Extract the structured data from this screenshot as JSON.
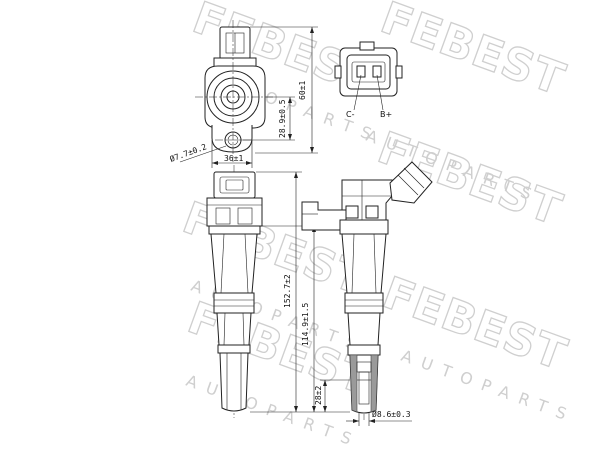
{
  "watermark": {
    "brand": "FEBEST",
    "sub": "AUTOPARTS"
  },
  "dimensions": {
    "height_top_view": "60±1",
    "hole_spacing": "28.9±0.5",
    "hole_diameter": "Ø7.7±0.2",
    "flange_width": "36±1",
    "overall_length": "152.7±2",
    "body_length": "114.9±1.5",
    "tip_length": "28±2",
    "tip_diameter": "Ø8.6±0.3"
  },
  "connector_pins": {
    "left": "C-",
    "right": "B+"
  }
}
